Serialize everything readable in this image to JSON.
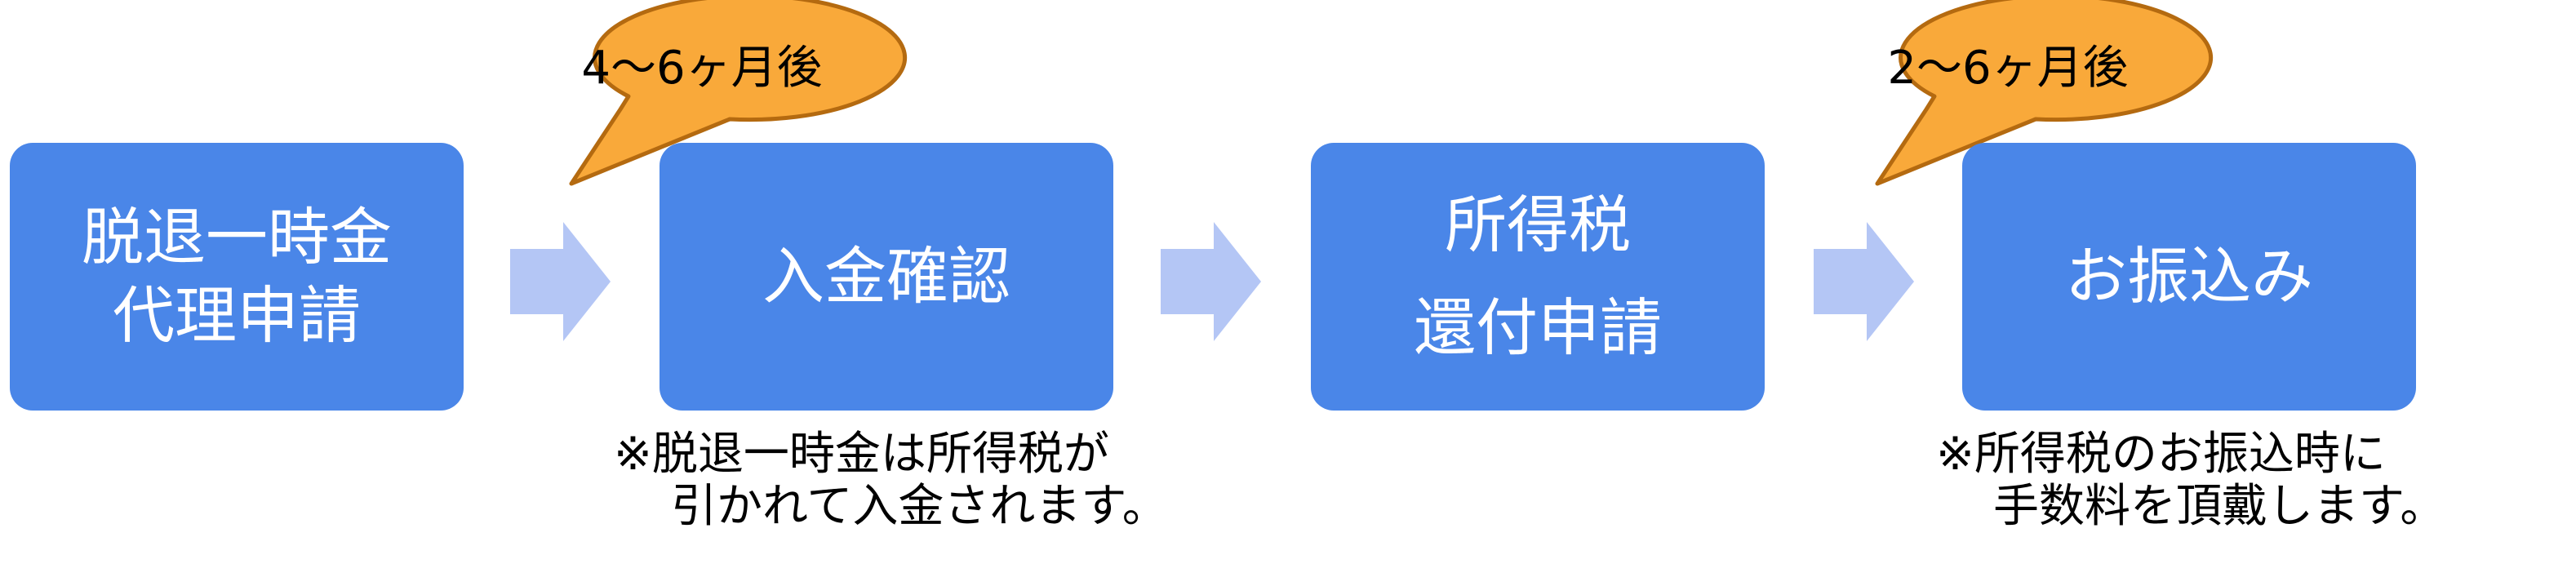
{
  "steps": [
    {
      "id": "step-1",
      "lines": [
        "脱退一時金",
        "代理申請"
      ]
    },
    {
      "id": "step-2",
      "lines": [
        "入金確認"
      ]
    },
    {
      "id": "step-3",
      "lines": [
        "所得税",
        "還付申請"
      ]
    },
    {
      "id": "step-4",
      "lines": [
        "お振込み"
      ]
    }
  ],
  "bubbles": [
    {
      "text": "4〜6ヶ月後"
    },
    {
      "text": "2〜6ヶ月後"
    }
  ],
  "notes": [
    {
      "lines": [
        "※脱退一時金は所得税が",
        "引かれて入金されます。"
      ]
    },
    {
      "lines": [
        "※所得税のお振込時に",
        "手数料を頂戴します。"
      ]
    }
  ],
  "colors": {
    "box": "#4a86e8",
    "box_text": "#ffffff",
    "arrow": "#b4c6f5",
    "bubble_fill": "#f9a93a",
    "bubble_stroke": "#b46a10"
  }
}
